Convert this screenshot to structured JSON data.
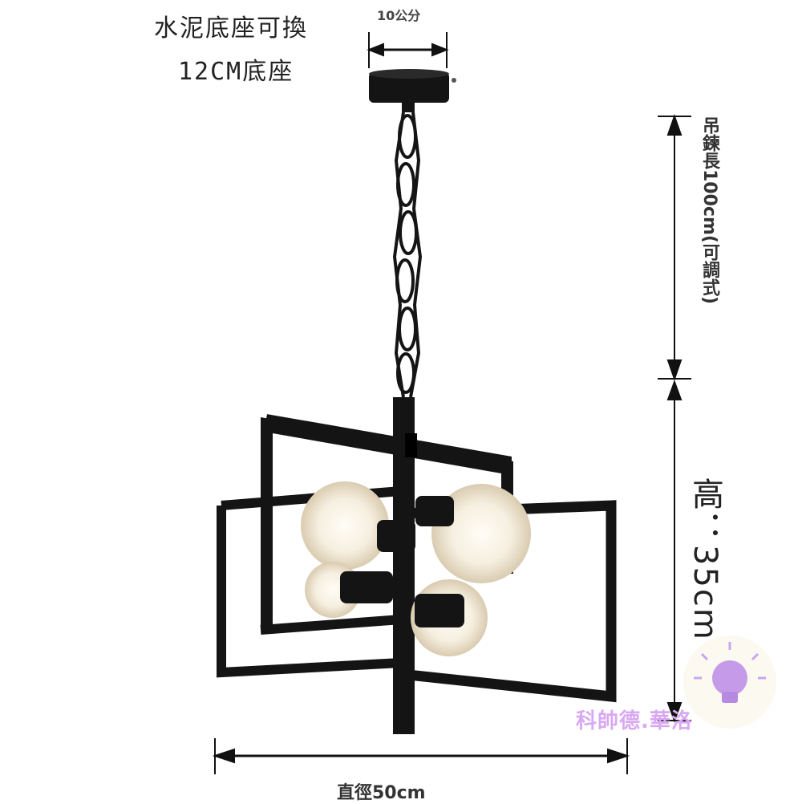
{
  "notes": {
    "line1": "水泥底座可換",
    "line2": "12CM底座"
  },
  "dimensions": {
    "base_width": "10公分",
    "chain_length": "吊鍊長100cm(可調式)",
    "height": "高：35cm",
    "diameter": "直徑50cm"
  },
  "watermark": {
    "text": "科帥德.華洛",
    "icon": "lightbulb-icon",
    "color": "#d9a8f2"
  },
  "colors": {
    "lamp": "#141414",
    "dimension_line": "#111111",
    "bulb": "#f7f2e8"
  }
}
